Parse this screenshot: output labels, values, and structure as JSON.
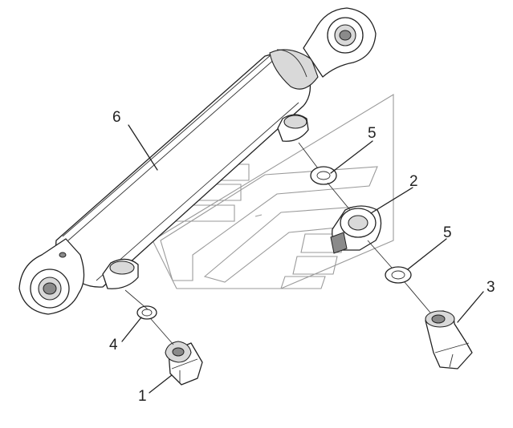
{
  "callouts": [
    {
      "id": "1",
      "text": "1"
    },
    {
      "id": "2",
      "text": "2"
    },
    {
      "id": "3",
      "text": "3"
    },
    {
      "id": "4",
      "text": "4"
    },
    {
      "id": "5a",
      "text": "5"
    },
    {
      "id": "5b",
      "text": "5"
    },
    {
      "id": "6",
      "text": "6"
    }
  ]
}
